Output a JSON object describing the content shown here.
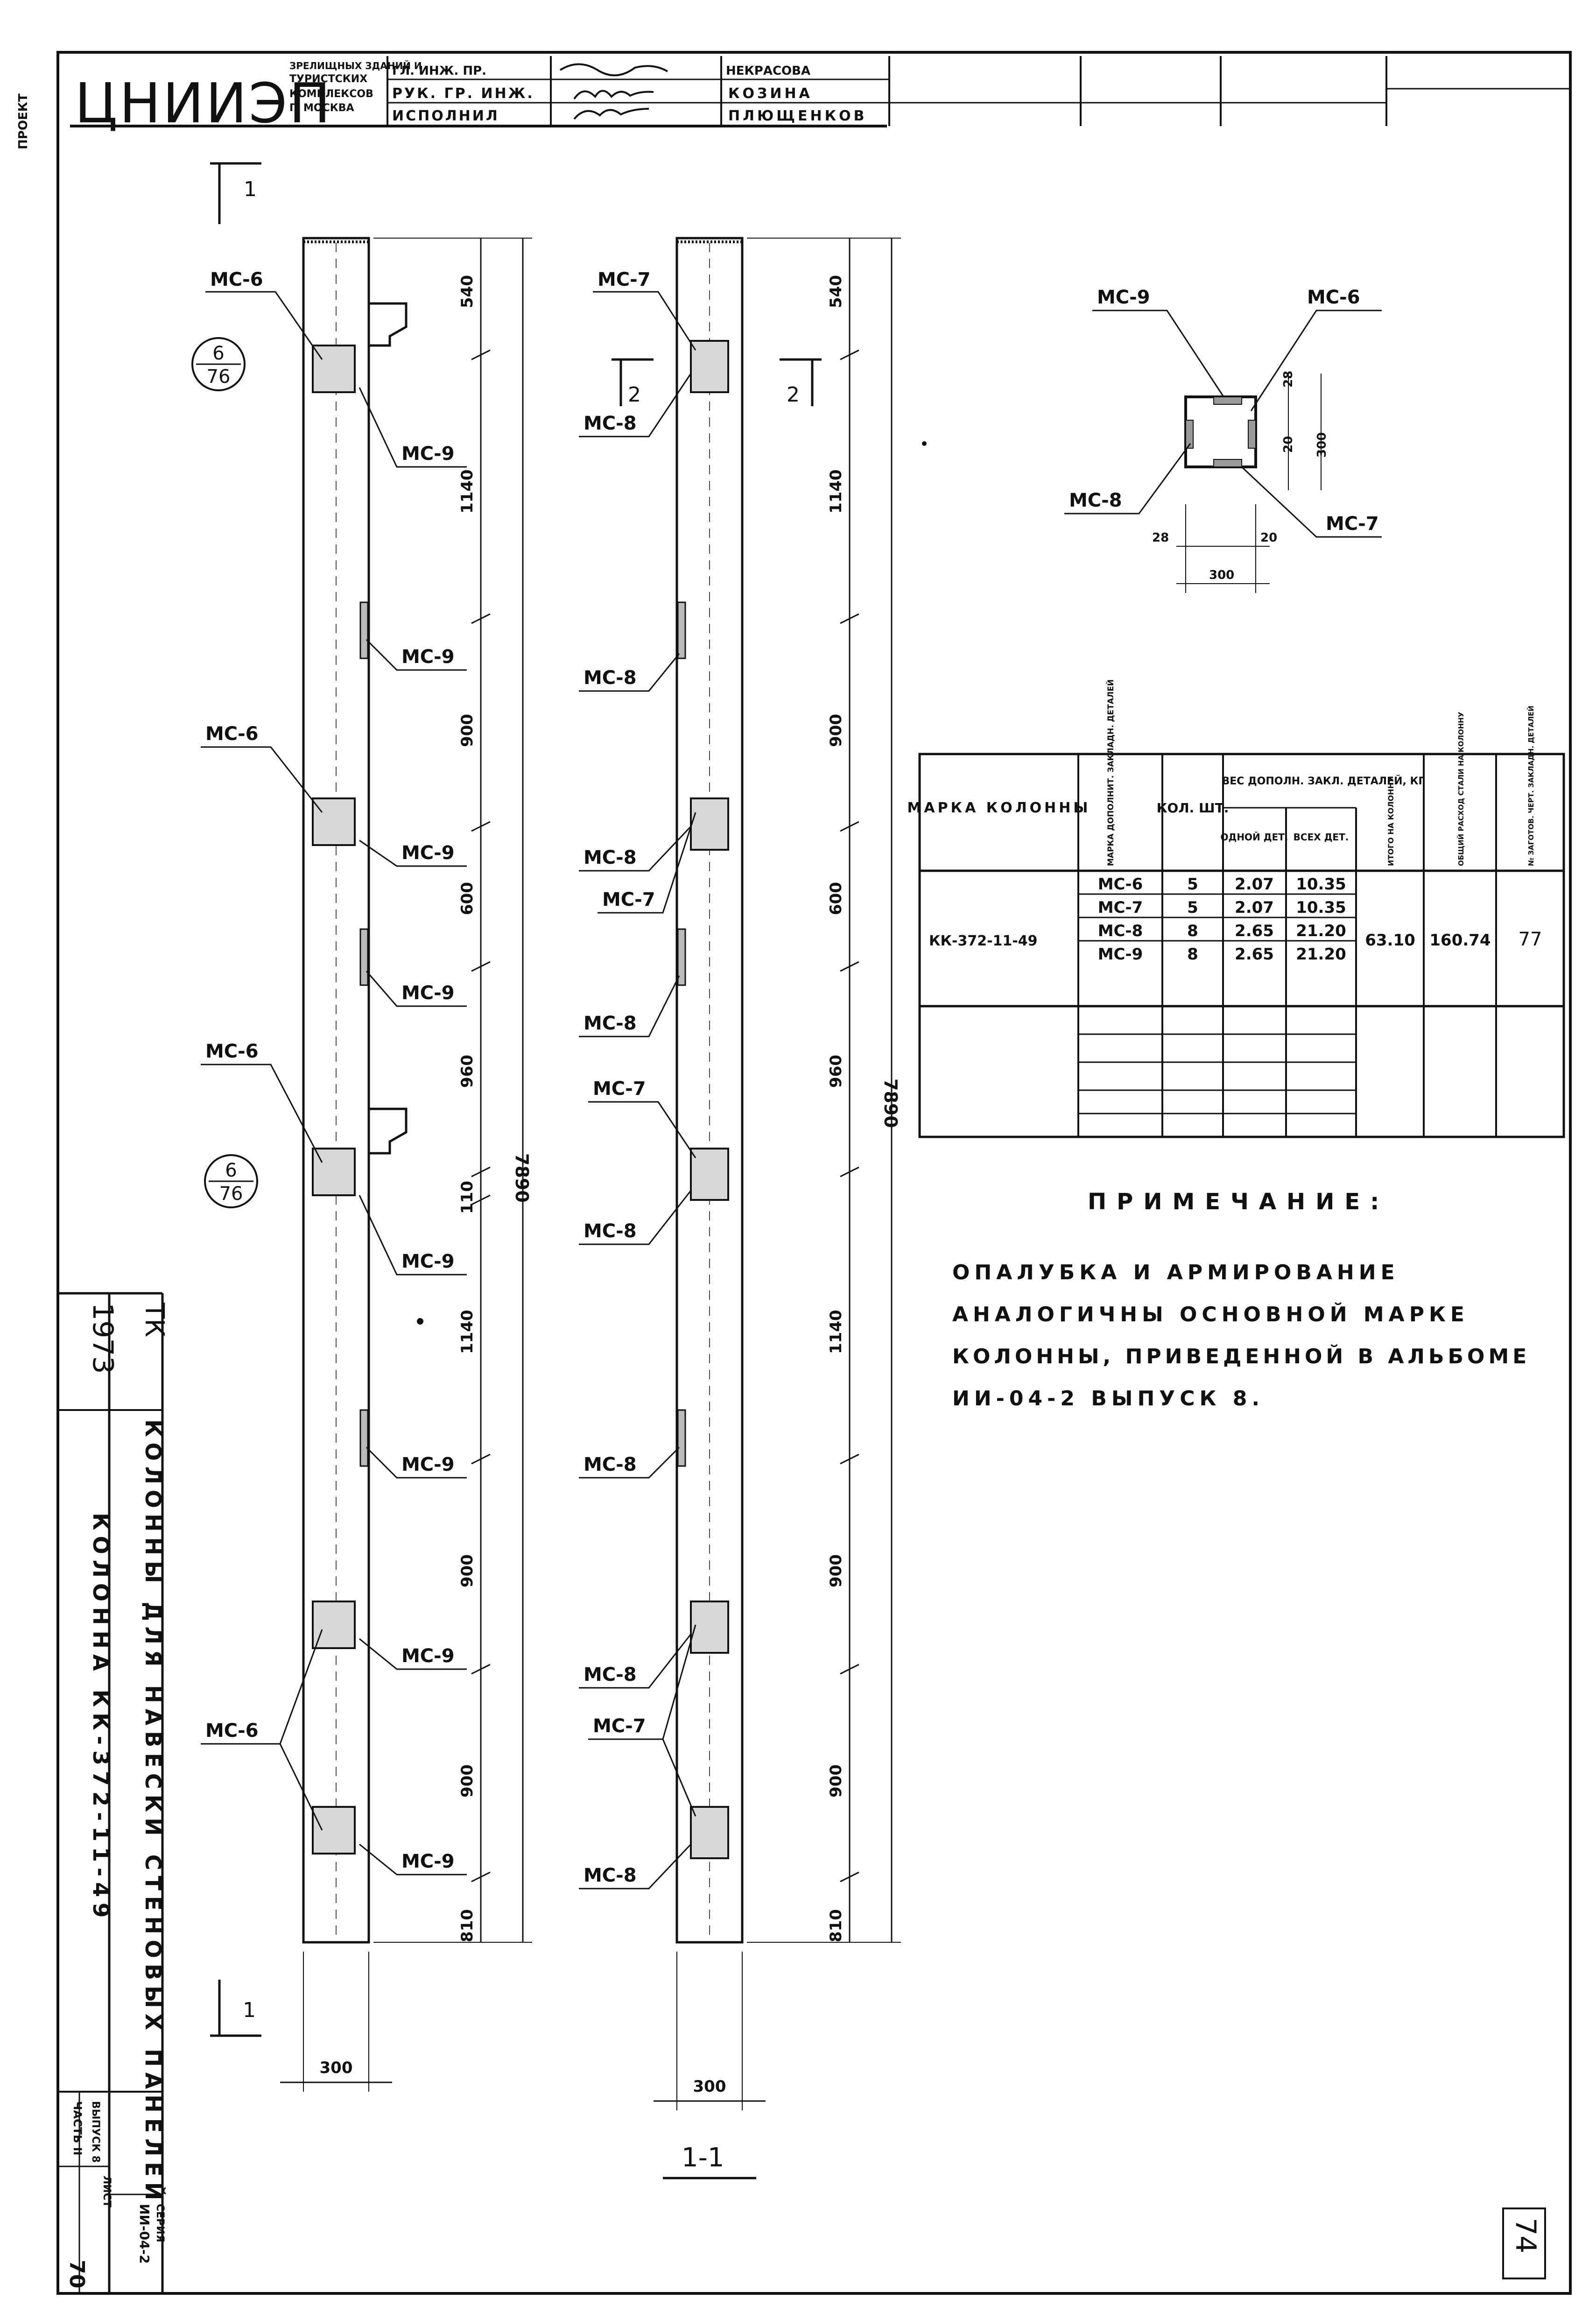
{
  "side_code": "ПРОЕКТ",
  "title_block": {
    "org_name": "ЦНИИЭП",
    "org_sub": [
      "ЗРЕЛИЩНЫХ ЗДАНИЙ И",
      "ТУРИСТСКИХ",
      "КОМПЛЕКСОВ",
      "Г. МОСКВА"
    ],
    "rows": [
      {
        "role": "ГЛ. ИНЖ. ПР.",
        "name": "НЕКРАСОВА"
      },
      {
        "role": "РУК. ГР. ИНЖ.",
        "name": "КОЗИНА"
      },
      {
        "role": "ИСПОЛНИЛ",
        "name": "ПЛЮЩЕНКОВ"
      }
    ]
  },
  "stamp": {
    "year": "1973",
    "code": "ТК",
    "subject": "КОЛОННЫ ДЛЯ НАВЕСКИ СТЕНОВЫХ ПАНЕЛЕЙ",
    "drawing": "КОЛОННА КК-372-11-49",
    "series_label": "СЕРИЯ",
    "series": "ИИ-04-2",
    "part_label": "ЧАСТЬ II",
    "vol_label": "ВЫПУСК 8",
    "sheet_label": "ЛИСТ",
    "sheet": "70"
  },
  "page_number": "74",
  "left_column": {
    "section_mark": "1",
    "callout_num": "6",
    "callout_den": "76",
    "width_dim": "300",
    "total_dim": "7890",
    "segments": [
      "540",
      "1140",
      "900",
      "600",
      "960",
      "110",
      "1140",
      "900",
      "900",
      "810"
    ],
    "labels": [
      "МС-6",
      "МС-9",
      "МС-9",
      "МС-6",
      "МС-9",
      "МС-9",
      "МС-6",
      "МС-9",
      "МС-9",
      "МС-9",
      "МС-6",
      "МС-9"
    ]
  },
  "right_column": {
    "section_mark": "2",
    "width_dim": "300",
    "total_dim": "7890",
    "segments": [
      "540",
      "1140",
      "900",
      "600",
      "960",
      "1140",
      "900",
      "900",
      "810"
    ],
    "labels": [
      "МС-7",
      "МС-8",
      "МС-8",
      "МС-8",
      "МС-7",
      "МС-8",
      "МС-7",
      "МС-8",
      "МС-8",
      "МС-8",
      "МС-7",
      "МС-8"
    ],
    "caption": "1-1"
  },
  "section_detail": {
    "labels": {
      "tl": "МС-9",
      "tr": "МС-6",
      "bl": "МС-8",
      "br": "МС-7"
    },
    "dims": {
      "d28a": "28",
      "d20a": "20",
      "d300a": "300",
      "d28b": "28",
      "d20b": "20",
      "d300b": "300"
    }
  },
  "table": {
    "headers": {
      "col1": "МАРКА КОЛОННЫ",
      "col2": "МАРКА ДОПОЛНИТ. ЗАКЛАДН. ДЕТАЛЕЙ",
      "col3": "КОЛ. ШТ.",
      "group": "ВЕС ДОПОЛН. ЗАКЛ. ДЕТАЛЕЙ, КГ",
      "sub1": "ОДНОЙ ДЕТ.",
      "sub2": "ВСЕХ ДЕТ.",
      "sub3": "ИТОГО НА КОЛОННУ",
      "col7": "ОБЩИЙ РАСХОД СТАЛИ НА КОЛОННУ",
      "col8": "№ ЗАГОТОВ. ЧЕРТ. ЗАКЛАДН. ДЕТАЛЕЙ"
    },
    "mark": "КК-372-11-49",
    "rows": [
      {
        "part": "МС-6",
        "qty": "5",
        "one": "2.07",
        "all": "10.35"
      },
      {
        "part": "МС-7",
        "qty": "5",
        "one": "2.07",
        "all": "10.35"
      },
      {
        "part": "МС-8",
        "qty": "8",
        "one": "2.65",
        "all": "21.20"
      },
      {
        "part": "МС-9",
        "qty": "8",
        "one": "2.65",
        "all": "21.20"
      }
    ],
    "total": "63.10",
    "steel": "160.74",
    "ref": "77"
  },
  "note": {
    "title": "ПРИМЕЧАНИЕ:",
    "lines": [
      "ОПАЛУБКА И АРМИРОВАНИЕ",
      "АНАЛОГИЧНЫ ОСНОВНОЙ МАРКЕ",
      "КОЛОННЫ, ПРИВЕДЕННОЙ В АЛЬБОМЕ",
      "ИИ-04-2 ВЫПУСК 8."
    ]
  }
}
